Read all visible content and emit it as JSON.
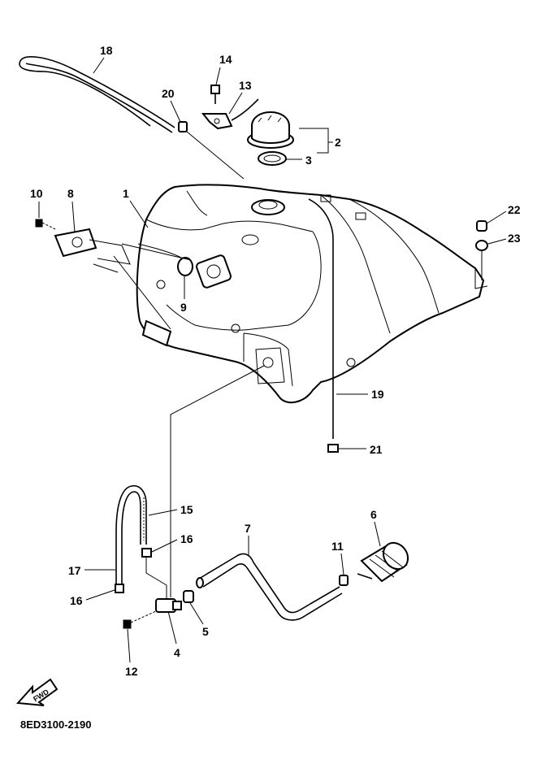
{
  "diagram": {
    "drawing_code": "8ED3100-2190",
    "fwd_label": "FWD",
    "callouts": [
      {
        "id": "c1",
        "label": "1"
      },
      {
        "id": "c2",
        "label": "2"
      },
      {
        "id": "c3",
        "label": "3"
      },
      {
        "id": "c4",
        "label": "4"
      },
      {
        "id": "c5",
        "label": "5"
      },
      {
        "id": "c6",
        "label": "6"
      },
      {
        "id": "c7",
        "label": "7"
      },
      {
        "id": "c8",
        "label": "8"
      },
      {
        "id": "c9",
        "label": "9"
      },
      {
        "id": "c10",
        "label": "10"
      },
      {
        "id": "c11",
        "label": "11"
      },
      {
        "id": "c12",
        "label": "12"
      },
      {
        "id": "c13",
        "label": "13"
      },
      {
        "id": "c14",
        "label": "14"
      },
      {
        "id": "c15",
        "label": "15"
      },
      {
        "id": "c16a",
        "label": "16"
      },
      {
        "id": "c16b",
        "label": "16"
      },
      {
        "id": "c17",
        "label": "17"
      },
      {
        "id": "c18",
        "label": "18"
      },
      {
        "id": "c19",
        "label": "19"
      },
      {
        "id": "c20",
        "label": "20"
      },
      {
        "id": "c21",
        "label": "21"
      },
      {
        "id": "c22",
        "label": "22"
      },
      {
        "id": "c23",
        "label": "23"
      }
    ]
  }
}
